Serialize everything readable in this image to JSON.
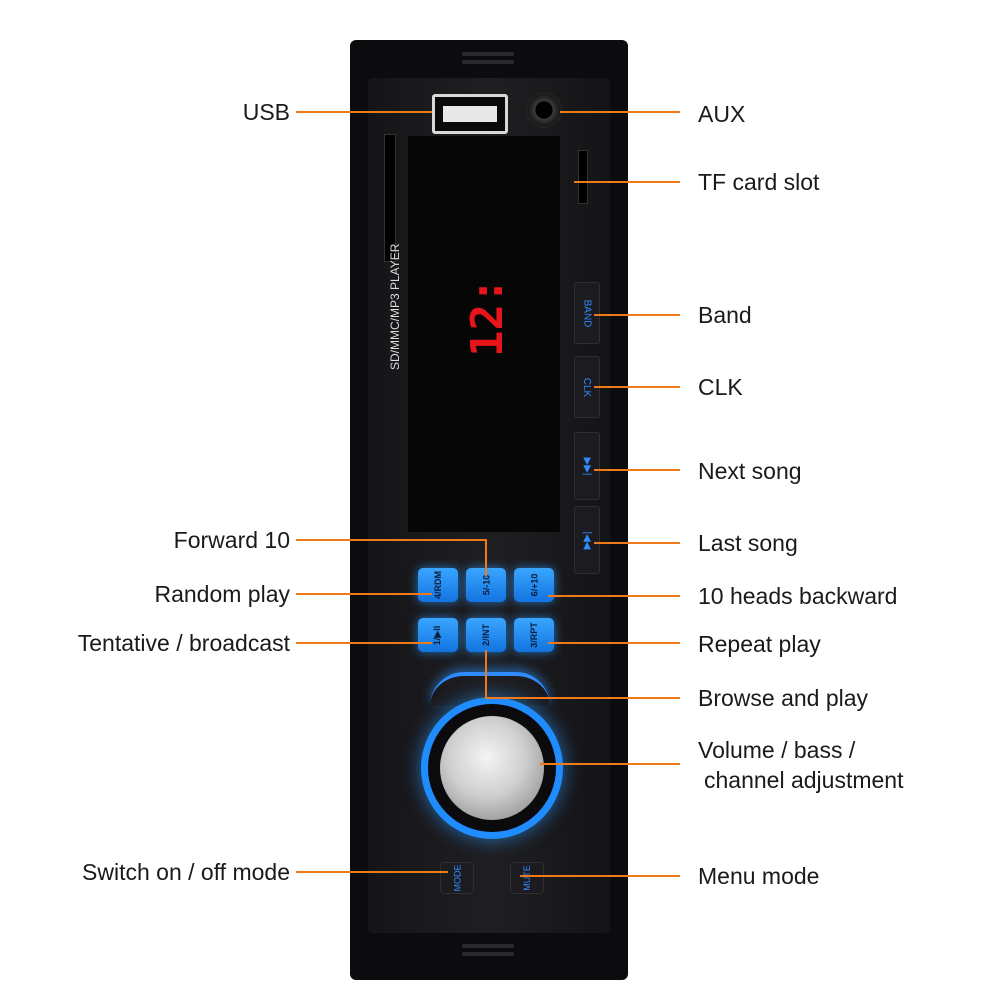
{
  "labels": {
    "usb": "USB",
    "aux": "AUX",
    "tf_card_slot": "TF card slot",
    "band": "Band",
    "clk": "CLK",
    "next_song": "Next song",
    "last_song": "Last song",
    "forward_10": "Forward 10",
    "ten_heads_backward": "10 heads backward",
    "random_play": "Random play",
    "repeat_play": "Repeat play",
    "tentative_broadcast": "Tentative / broadcast",
    "browse_and_play": "Browse and play",
    "volume_line1": "Volume / bass /",
    "volume_line2": "channel adjustment",
    "switch_mode": "Switch on / off mode",
    "menu_mode": "Menu mode"
  },
  "device": {
    "screen_text": "SD/MMC/MP3 PLAYER",
    "display_digits": "12:",
    "buttons": {
      "band": "BAND",
      "clk": "CLK",
      "next": "▶▶|",
      "prev": "|◀◀",
      "k4": "4/RDM",
      "k5": "5/-10",
      "k6": "6/+10",
      "k1": "1/▶II",
      "k2": "2/INT",
      "k3": "3/RPT",
      "mode": "MODE",
      "mute": "MUTE"
    }
  },
  "colors": {
    "leader_line": "#f07a1a",
    "accent_blue": "#2f8bff",
    "display_red": "#e8141b"
  }
}
